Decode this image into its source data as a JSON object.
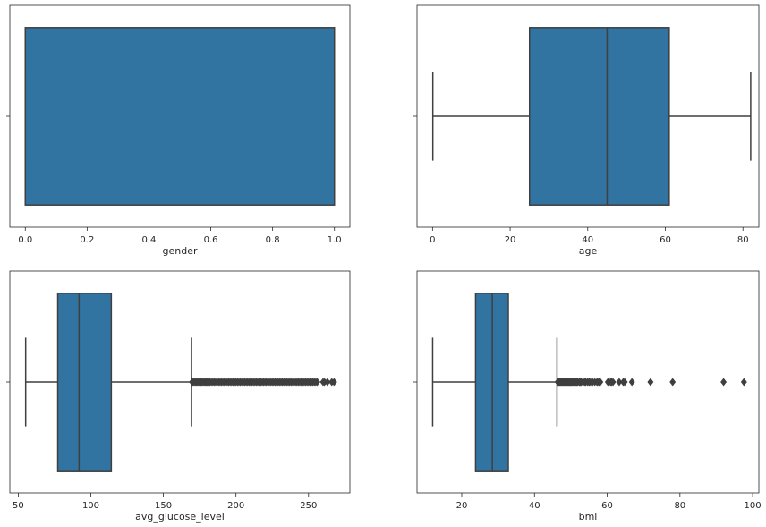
{
  "colors": {
    "box": "#3274a1",
    "line": "#3f3f3f",
    "frame": "#262626",
    "background": "#ffffff"
  },
  "chart_data": [
    {
      "type": "boxplot",
      "xlabel": "gender",
      "xlim": [
        -0.05,
        1.05
      ],
      "ticks": [
        0,
        0.2,
        0.4,
        0.6,
        0.8,
        1.0
      ],
      "tick_labels": [
        "0.0",
        "0.2",
        "0.4",
        "0.6",
        "0.8",
        "1.0"
      ],
      "whisker_low": 0,
      "q1": 0,
      "median": 0,
      "q3": 1,
      "whisker_high": 1,
      "outliers": []
    },
    {
      "type": "boxplot",
      "xlabel": "age",
      "xlim": [
        -4.0,
        84.1
      ],
      "ticks": [
        0,
        20,
        40,
        60,
        80
      ],
      "tick_labels": [
        "0",
        "20",
        "40",
        "60",
        "80"
      ],
      "whisker_low": 0.08,
      "q1": 25,
      "median": 45,
      "q3": 61,
      "whisker_high": 82,
      "outliers": []
    },
    {
      "type": "boxplot",
      "xlabel": "avg_glucose_level",
      "xlim": [
        44.2,
        278.5
      ],
      "ticks": [
        50,
        100,
        150,
        200,
        250
      ],
      "tick_labels": [
        "50",
        "100",
        "150",
        "200",
        "250"
      ],
      "whisker_low": 55.1,
      "q1": 77.2,
      "median": 91.9,
      "q3": 114.1,
      "whisker_high": 169.4,
      "outliers": [
        169.8,
        170.5,
        171.2,
        172,
        172.8,
        173.5,
        174.3,
        175,
        175.8,
        176.5,
        177.3,
        178,
        178.8,
        179.5,
        180.3,
        181,
        182,
        183,
        184,
        185,
        186,
        187,
        188,
        189,
        190,
        191,
        192,
        193,
        194,
        195,
        196,
        197,
        198,
        199,
        200,
        201,
        202,
        203,
        204,
        205,
        206,
        207,
        208,
        209,
        210,
        211,
        212,
        213,
        214,
        215,
        216,
        217,
        218,
        219,
        220,
        221,
        222,
        223,
        224,
        225,
        226,
        227,
        228,
        229,
        230,
        231,
        232,
        233,
        234,
        235,
        236,
        237,
        238,
        239,
        240,
        241,
        242,
        243,
        244,
        245,
        246,
        247,
        248,
        249,
        250,
        251,
        252,
        253,
        254,
        255,
        256,
        260,
        261,
        263,
        266,
        267.6
      ]
    },
    {
      "type": "boxplot",
      "xlabel": "bmi",
      "xlim": [
        7.7,
        101.7
      ],
      "ticks": [
        20,
        40,
        60,
        80,
        100
      ],
      "tick_labels": [
        "20",
        "40",
        "60",
        "80",
        "100"
      ],
      "whisker_low": 12,
      "q1": 23.8,
      "median": 28.4,
      "q3": 32.8,
      "whisker_high": 46.2,
      "outliers": [
        46.4,
        46.6,
        46.8,
        47,
        47.2,
        47.4,
        47.6,
        47.8,
        48,
        48.2,
        48.4,
        48.6,
        48.8,
        49,
        49.2,
        49.4,
        49.6,
        49.8,
        50,
        50.2,
        50.4,
        50.6,
        50.8,
        51,
        51.3,
        51.5,
        51.7,
        51.9,
        52.3,
        52.5,
        52.7,
        52.9,
        53.4,
        53.8,
        54.1,
        54.6,
        55,
        55.2,
        55.7,
        56,
        56.6,
        57.2,
        57.3,
        57.7,
        57.9,
        58.1,
        60.2,
        60.9,
        61.2,
        61.6,
        63.3,
        64.4,
        64.8,
        66.8,
        71.9,
        78,
        92,
        97.6
      ]
    }
  ]
}
